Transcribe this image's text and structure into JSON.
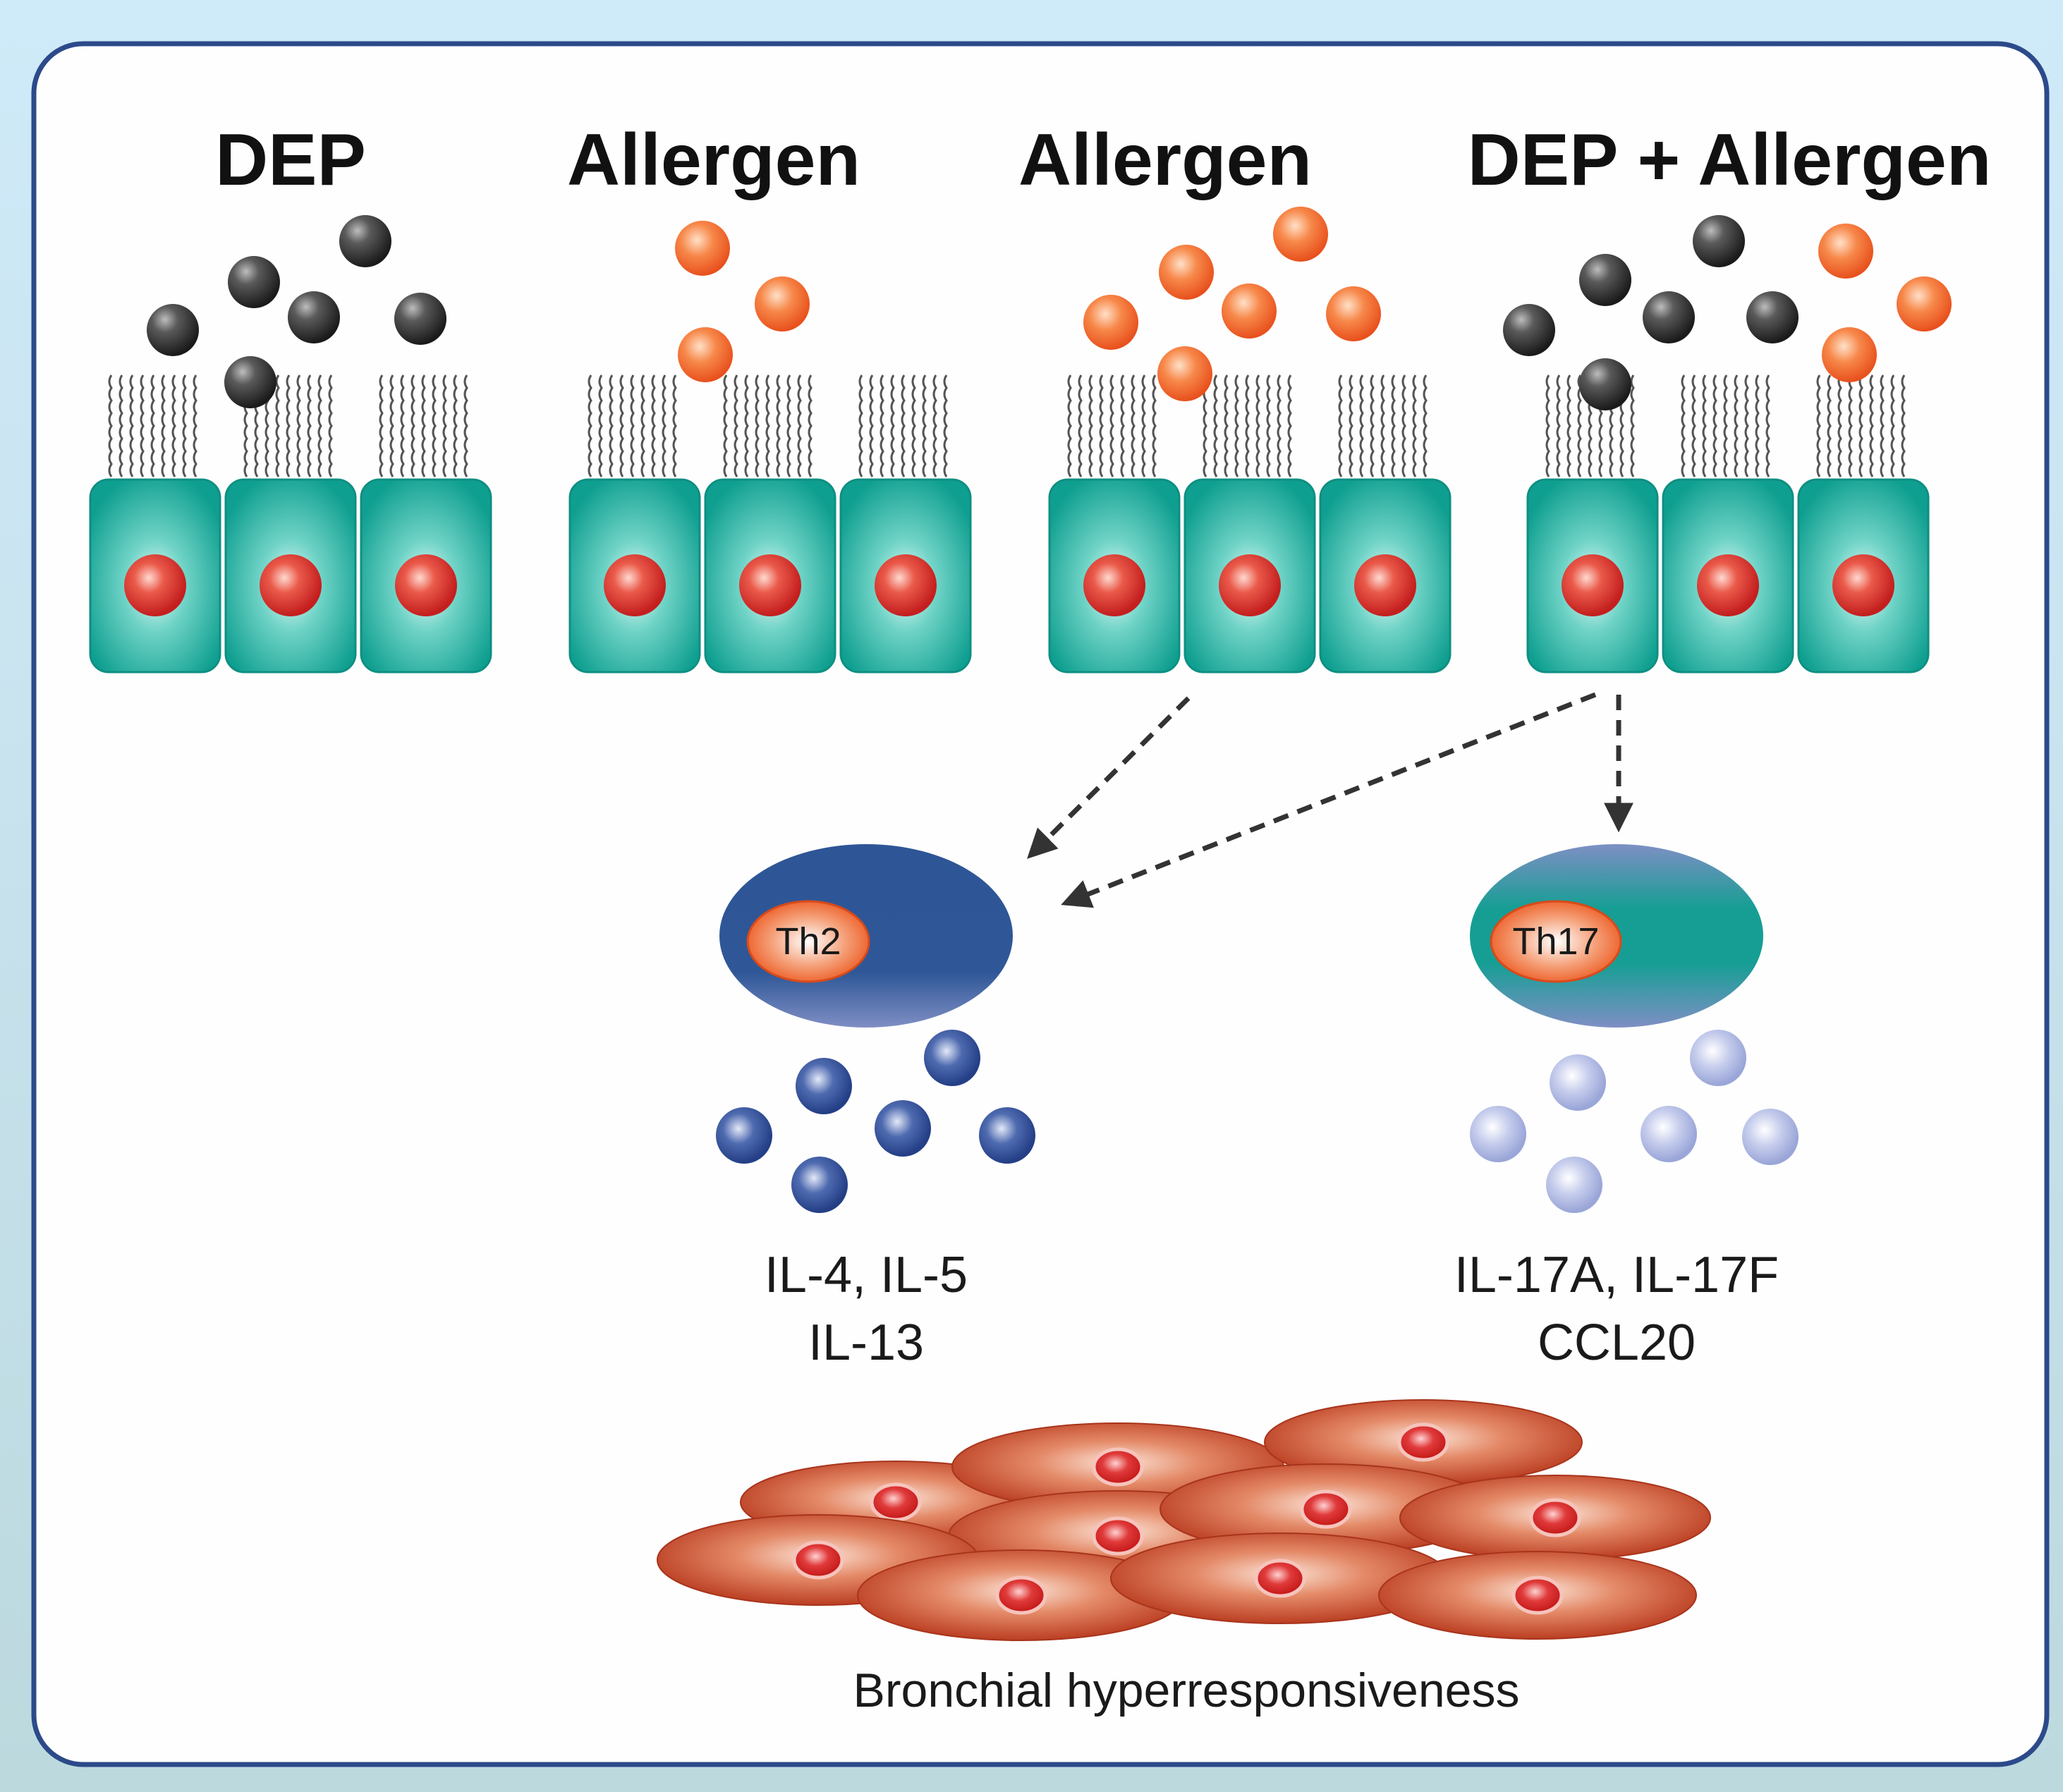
{
  "panels": [
    {
      "title": "DEP",
      "particles": "dep"
    },
    {
      "title": "Allergen",
      "particles": "allergen-few"
    },
    {
      "title": "Allergen",
      "particles": "allergen-many"
    },
    {
      "title": "DEP + Allergen",
      "particles": "mixed"
    }
  ],
  "th2": {
    "label": "Th2",
    "cytokines_line1": "IL-4, IL-5",
    "cytokines_line2": "IL-13"
  },
  "th17": {
    "label": "Th17",
    "cytokines_line1": "IL-17A, IL-17F",
    "cytokines_line2": "CCL20"
  },
  "caption": "Bronchial hyperresponsiveness",
  "colors": {
    "dep_particle": "#3a3a3a",
    "allergen_particle": "#f06a2c",
    "epithelial_cell": "#13a99a",
    "nucleus": "#d42a2a",
    "th2_cell": "#2e5596",
    "th17_cell": "#1b9b93",
    "th2_cytokine": "#3e5ea6",
    "th17_cytokine": "#b9c3e6",
    "smooth_muscle": "#c8492a"
  }
}
